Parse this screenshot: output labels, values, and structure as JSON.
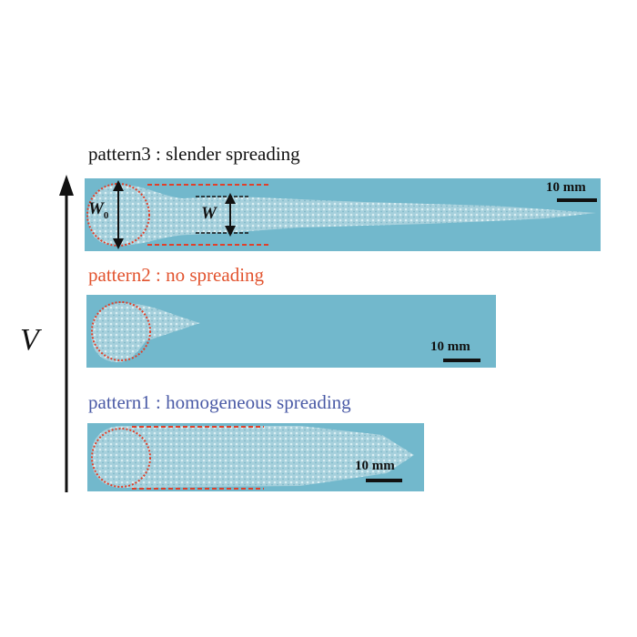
{
  "axis": {
    "label": "V"
  },
  "panels": [
    {
      "title": "pattern3 : slender spreading",
      "scale_label": "10 mm",
      "w0_label": "W",
      "w0_sub": "0",
      "w_label": "W",
      "color": "#111111"
    },
    {
      "title": "pattern2 : no spreading",
      "scale_label": "10 mm",
      "color": "#e2532e"
    },
    {
      "title": "pattern1 : homogeneous spreading",
      "scale_label": "10 mm",
      "color": "#4a5aa6"
    }
  ],
  "colors": {
    "substrate": "#72b8cc",
    "foam": "#a9d3de",
    "dashed": "#e0402a"
  }
}
